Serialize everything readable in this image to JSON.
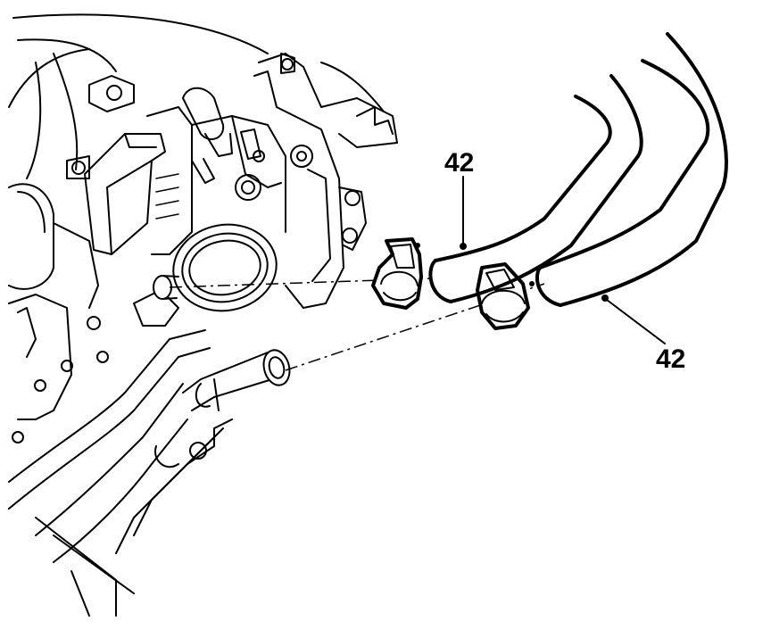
{
  "callouts": [
    {
      "id": "upper",
      "label": "42"
    },
    {
      "id": "lower",
      "label": "42"
    }
  ],
  "colors": {
    "line": "#000000",
    "background": "#ffffff"
  }
}
